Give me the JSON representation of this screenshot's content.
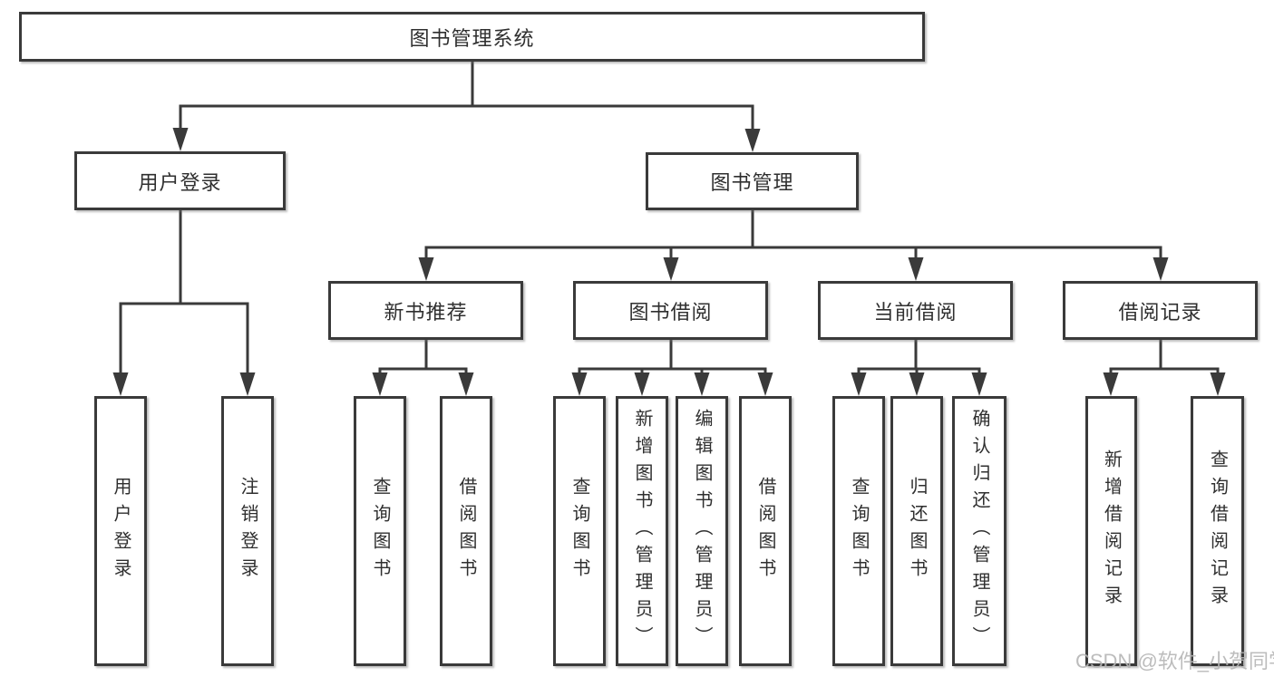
{
  "watermark": "CSDN @软件_小贺同学",
  "colors": {
    "line": "#3a3a3a",
    "text": "#2f2f2f",
    "watermark_text": "#b5b5b5",
    "background": "#ffffff"
  },
  "tree": {
    "label": "图书管理系统",
    "children": [
      {
        "label": "用户登录",
        "children": [
          {
            "label": "用户登录"
          },
          {
            "label": "注销登录"
          }
        ]
      },
      {
        "label": "图书管理",
        "children": [
          {
            "label": "新书推荐",
            "children": [
              {
                "label": "查询图书"
              },
              {
                "label": "借阅图书"
              }
            ]
          },
          {
            "label": "图书借阅",
            "children": [
              {
                "label": "查询图书"
              },
              {
                "label": "新增图书（管理员）"
              },
              {
                "label": "编辑图书（管理员）"
              },
              {
                "label": "借阅图书"
              }
            ]
          },
          {
            "label": "当前借阅",
            "children": [
              {
                "label": "查询图书"
              },
              {
                "label": "归还图书"
              },
              {
                "label": "确认归还（管理员）"
              }
            ]
          },
          {
            "label": "借阅记录",
            "children": [
              {
                "label": "新增借阅记录"
              },
              {
                "label": "查询借阅记录"
              }
            ]
          }
        ]
      }
    ]
  }
}
